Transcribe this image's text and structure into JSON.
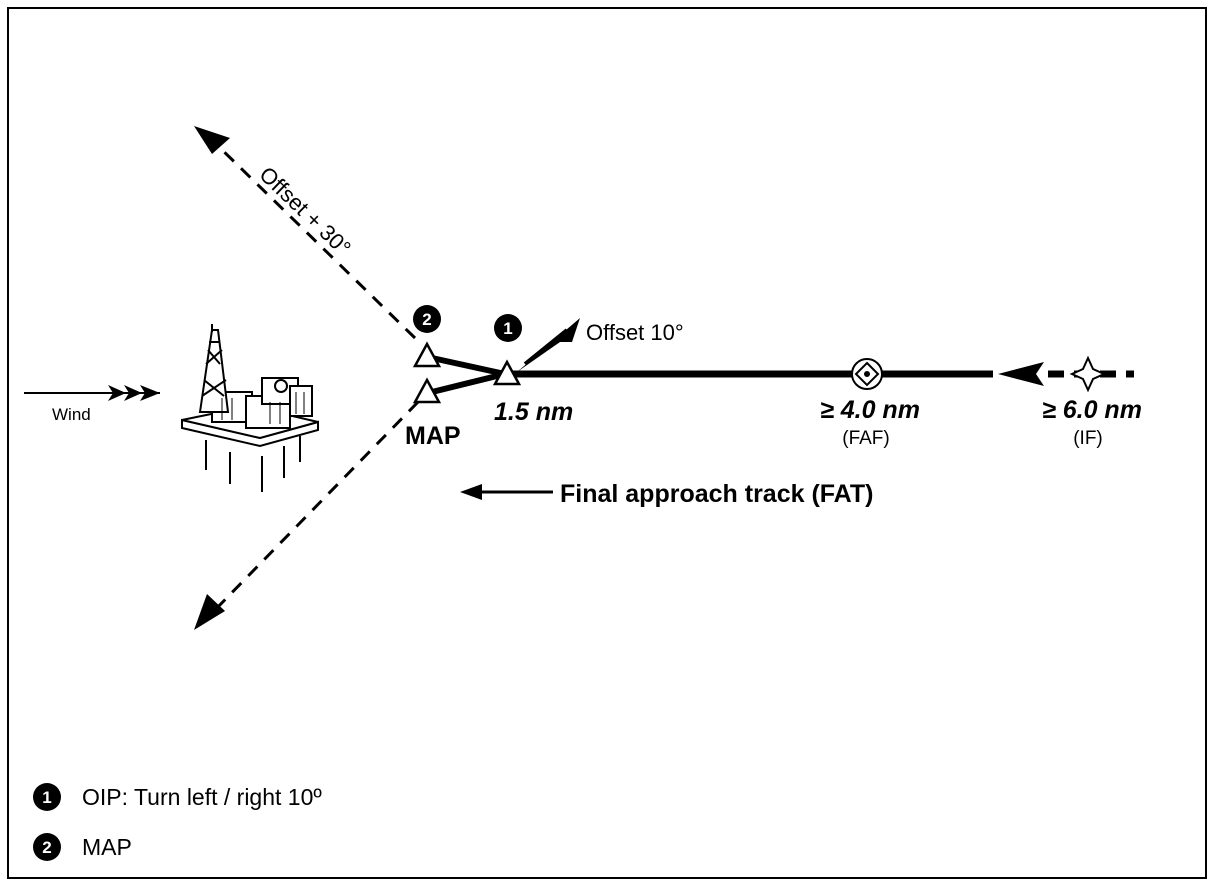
{
  "labels": {
    "offset_30": "Offset + 30°",
    "offset_10": "Offset 10°",
    "wind": "Wind",
    "map": "MAP",
    "fat": "Final approach track (FAT)"
  },
  "markers": {
    "oip_num": "1",
    "map_num": "2"
  },
  "distances": {
    "oip": "1.5 nm",
    "faf": "≥ 4.0 nm",
    "faf_sub": "(FAF)",
    "if": "≥ 6.0 nm",
    "if_sub": "(IF)"
  },
  "legend": [
    {
      "num": "1",
      "text": "OIP: Turn left / right 10º"
    },
    {
      "num": "2",
      "text": "MAP"
    }
  ]
}
